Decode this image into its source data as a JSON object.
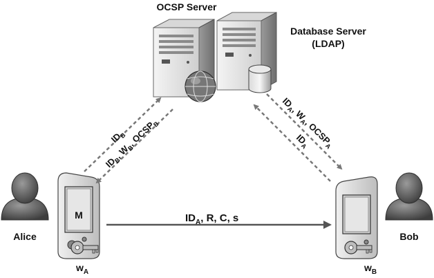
{
  "servers": {
    "ocsp_label": "OCSP Server",
    "db_label_line1": "Database Server",
    "db_label_line2": "(LDAP)"
  },
  "actors": {
    "alice": "Alice",
    "bob": "Bob"
  },
  "devices": {
    "alice_screen_label": "M",
    "alice_device": {
      "base": "w",
      "sub": "A"
    },
    "bob_device": {
      "base": "w",
      "sub": "B"
    }
  },
  "messages": {
    "left_request": {
      "p1": "ID",
      "s1": "B"
    },
    "left_response": {
      "p1": "ID",
      "s1": "B",
      "p2": ", W",
      "s2": "B",
      "p3": ", OCSP",
      "s3": "B"
    },
    "right_response": {
      "p1": "ID",
      "s1": "A",
      "p2": ", W",
      "s2": "A",
      "p3": ", OCSP",
      "s3": "A"
    },
    "right_request": {
      "p1": "ID",
      "s1": "A"
    },
    "direct": {
      "p1": "ID",
      "s1": "A",
      "p2": ", R, C, s"
    }
  },
  "colors": {
    "dashed_arrow": "#777777",
    "solid_arrow": "#555555",
    "server_body": "#e6e6e6",
    "person": "#5a5a5a"
  }
}
